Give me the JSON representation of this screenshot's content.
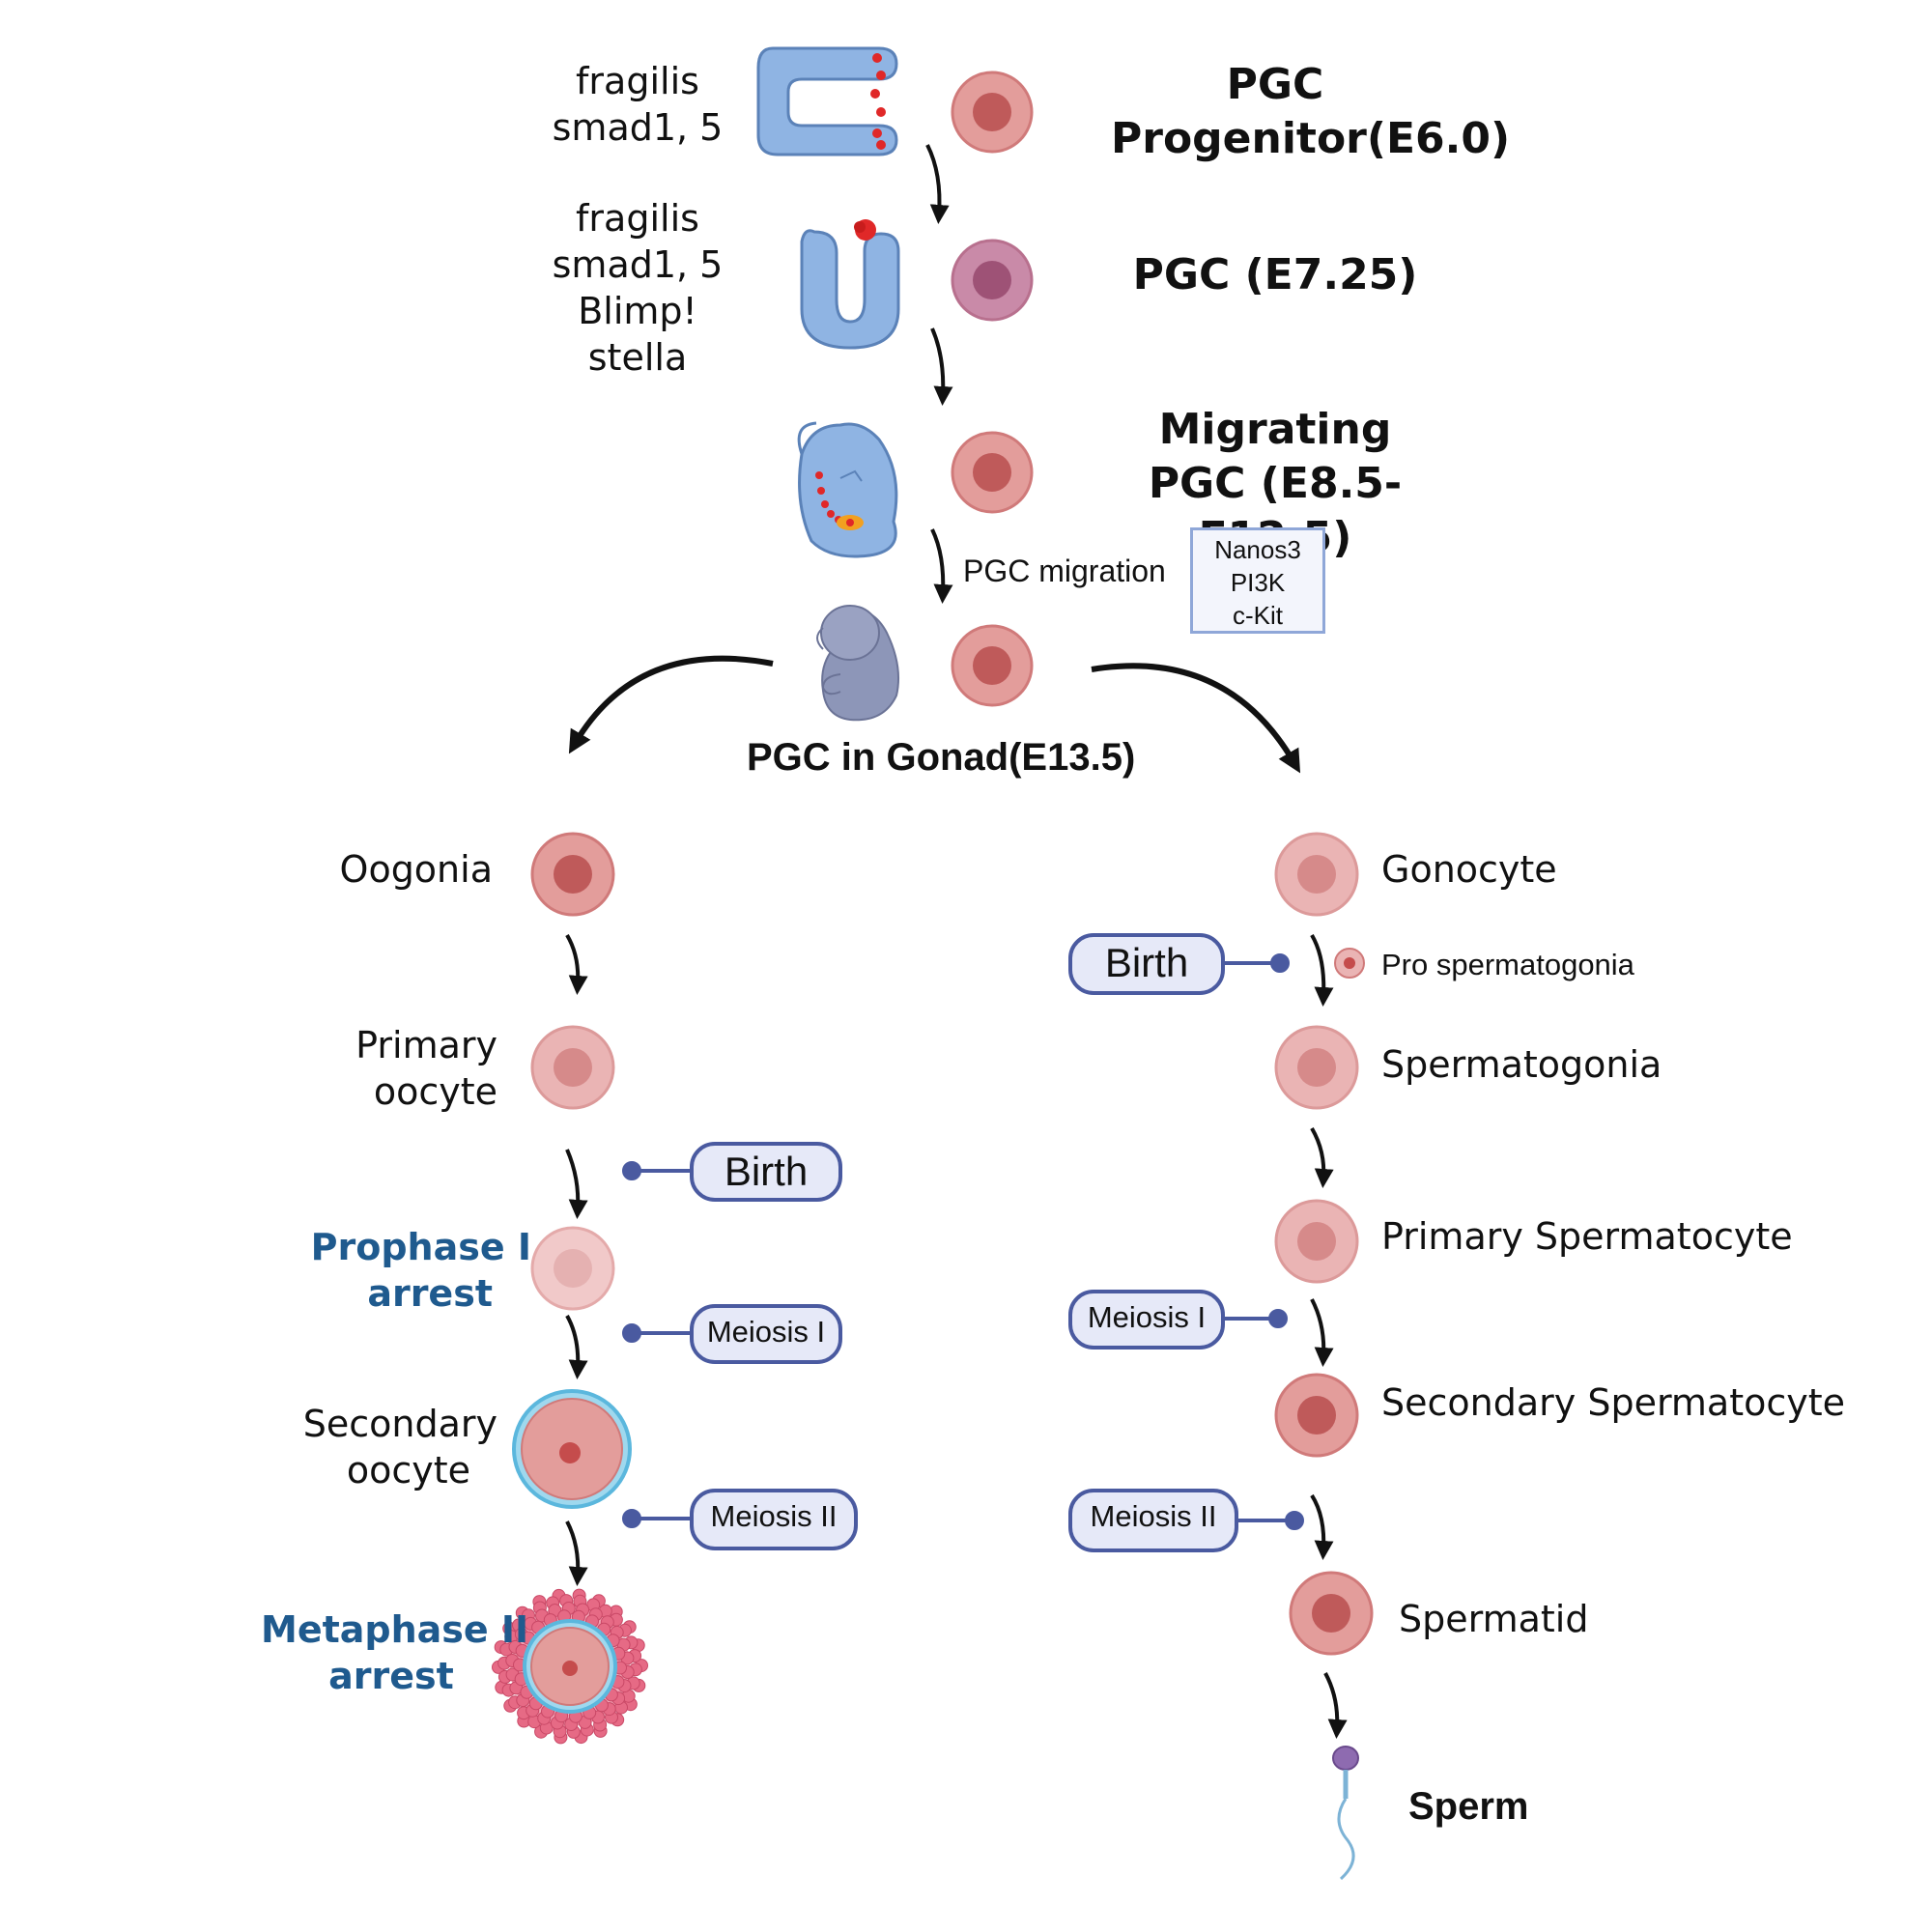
{
  "top": {
    "markers_1": [
      "fragilis",
      "smad1, 5"
    ],
    "markers_2": [
      "fragilis",
      "smad1, 5",
      "Blimp!",
      "stella"
    ],
    "stage_1": [
      "PGC",
      "Progenitor(E6.0)"
    ],
    "stage_2": "PGC (E7.25)",
    "stage_3": [
      "Migrating",
      "PGC (E8.5-",
      "E12.5)"
    ],
    "migration_label": "PGC migration",
    "factors": [
      "Nanos3",
      "PI3K",
      "c-Kit"
    ],
    "gonad_label": "PGC in Gonad(E13.5)"
  },
  "female": {
    "oogonia": "Oogonia",
    "primary_oocyte": [
      "Primary",
      "oocyte"
    ],
    "birth": "Birth",
    "prophase": [
      "Prophase I",
      "arrest"
    ],
    "meiosis1": "Meiosis I",
    "secondary_oocyte": [
      "Secondary",
      "oocyte"
    ],
    "meiosis2": "Meiosis II",
    "metaphase": [
      "Metaphase II",
      "arrest"
    ]
  },
  "male": {
    "gonocyte": "Gonocyte",
    "birth": "Birth",
    "pro_spermatogonia": "Pro spermatogonia",
    "spermatogonia": "Spermatogonia",
    "primary_spermatocyte": "Primary Spermatocyte",
    "meiosis1": "Meiosis I",
    "secondary_spermatocyte": "Secondary Spermatocyte",
    "meiosis2": "Meiosis II",
    "spermatid": "Spermatid",
    "sperm": "Sperm"
  },
  "colors": {
    "cell_light": "#eab4b4",
    "cell_mid": "#e39d9b",
    "cell_dark_nucleus": "#bf5a5a",
    "cell_purple": "#c98aa8",
    "embryo_blue": "#8fb4e3",
    "pill_border": "#4a5aa0",
    "pill_fill": "#e6e9f8",
    "zona_blue": "#5bb7dd",
    "cumulus_pink": "#e66a85",
    "label_blue": "#1f5a8e"
  }
}
